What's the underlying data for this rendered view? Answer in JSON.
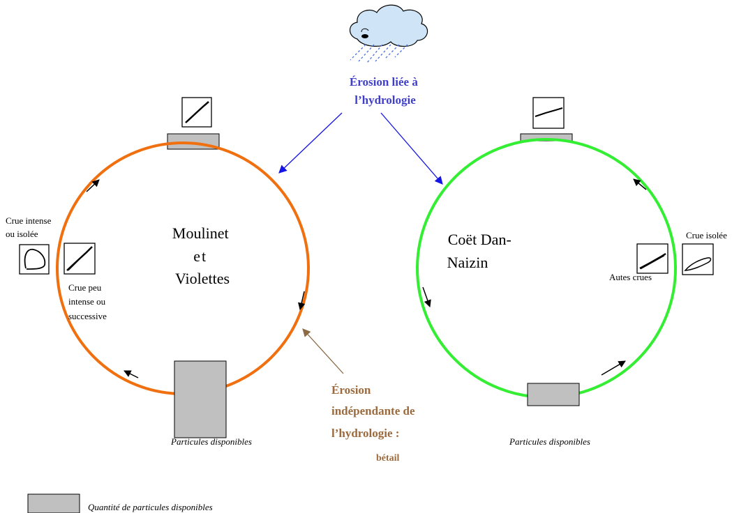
{
  "rain_label": [
    "Érosion liée à",
    "l’hydrologie"
  ],
  "cattle_label": [
    "Érosion",
    "indépendante de",
    "l’hydrologie :",
    "bétail"
  ],
  "left_system": {
    "name": [
      "Moulinet",
      "et",
      "Violettes"
    ],
    "flood_intense": [
      "Crue intense",
      "ou isolée"
    ],
    "flood_weak": [
      "Crue peu",
      "intense ou",
      "successive"
    ],
    "particles": "Particules disponibles"
  },
  "right_system": {
    "name": [
      "Coët Dan-",
      "Naizin"
    ],
    "flood_isolated": "Crue isolée",
    "other_floods": "Autes crues",
    "particles": "Particules disponibles"
  },
  "legend": {
    "label": "Quantité de particules disponibles"
  },
  "colors": {
    "left_cycle": "#f0700f",
    "right_cycle": "#33ee33",
    "rain_arrows": "#1414e6",
    "cattle_arrow": "#8b6a44",
    "particle_box": "#c0c0c0",
    "cloud_fill": "#cfe5f7",
    "rain_drops": "#4a6fe0"
  },
  "icons": [
    "cloud-icon",
    "hysteresis-linear-icon",
    "hysteresis-loop-icon"
  ]
}
